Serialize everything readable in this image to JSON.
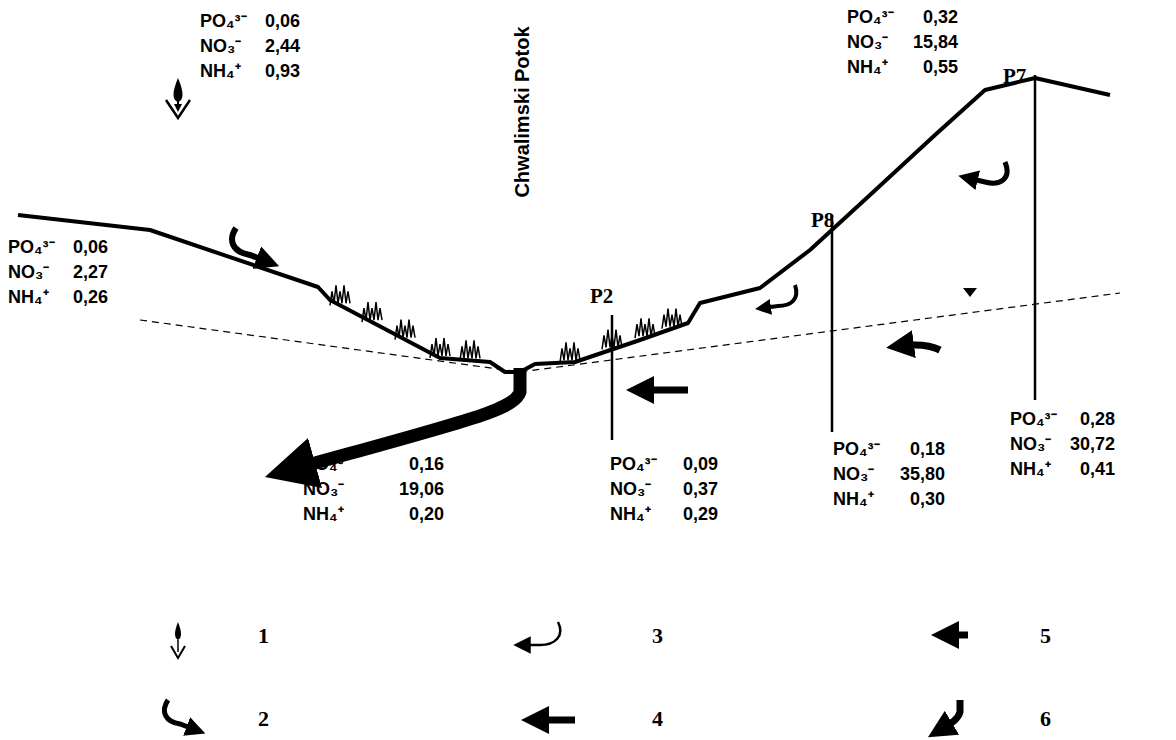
{
  "diagram": {
    "labels": [
      "PO₄³⁻",
      "0,06",
      "NO₃⁻",
      "2,44",
      "NH₄⁺",
      "0,93",
      "PO₄³⁻",
      "0,06",
      "NO₃⁻",
      "2,27",
      "NH₄⁺",
      "0,26",
      "PO₄³⁻",
      "0,32",
      "NO₃⁻",
      "15,84",
      "NH₄⁺",
      "0,55",
      "PO₄³⁻",
      "0,16",
      "NO₃⁻",
      "19,06",
      "NH₄⁺",
      "0,20",
      "PO₄³⁻",
      "0,09",
      "NO₃⁻",
      "0,37",
      "NH₄⁺",
      "0,29",
      "PO₄³⁻",
      "0,18",
      "NO₃⁻",
      "35,80",
      "NH₄⁺",
      "0,30",
      "PO₄³⁻",
      "0,28",
      "NO₃⁻",
      "30,72",
      "NH₄⁺",
      "0,41",
      "P2",
      "P8",
      "P7",
      "Chwalimski Potok"
    ],
    "legend": [
      {
        "text": "1"
      },
      {
        "text": "2"
      },
      {
        "text": "3"
      },
      {
        "text": "4"
      },
      {
        "text": "5"
      },
      {
        "text": "6"
      }
    ]
  }
}
